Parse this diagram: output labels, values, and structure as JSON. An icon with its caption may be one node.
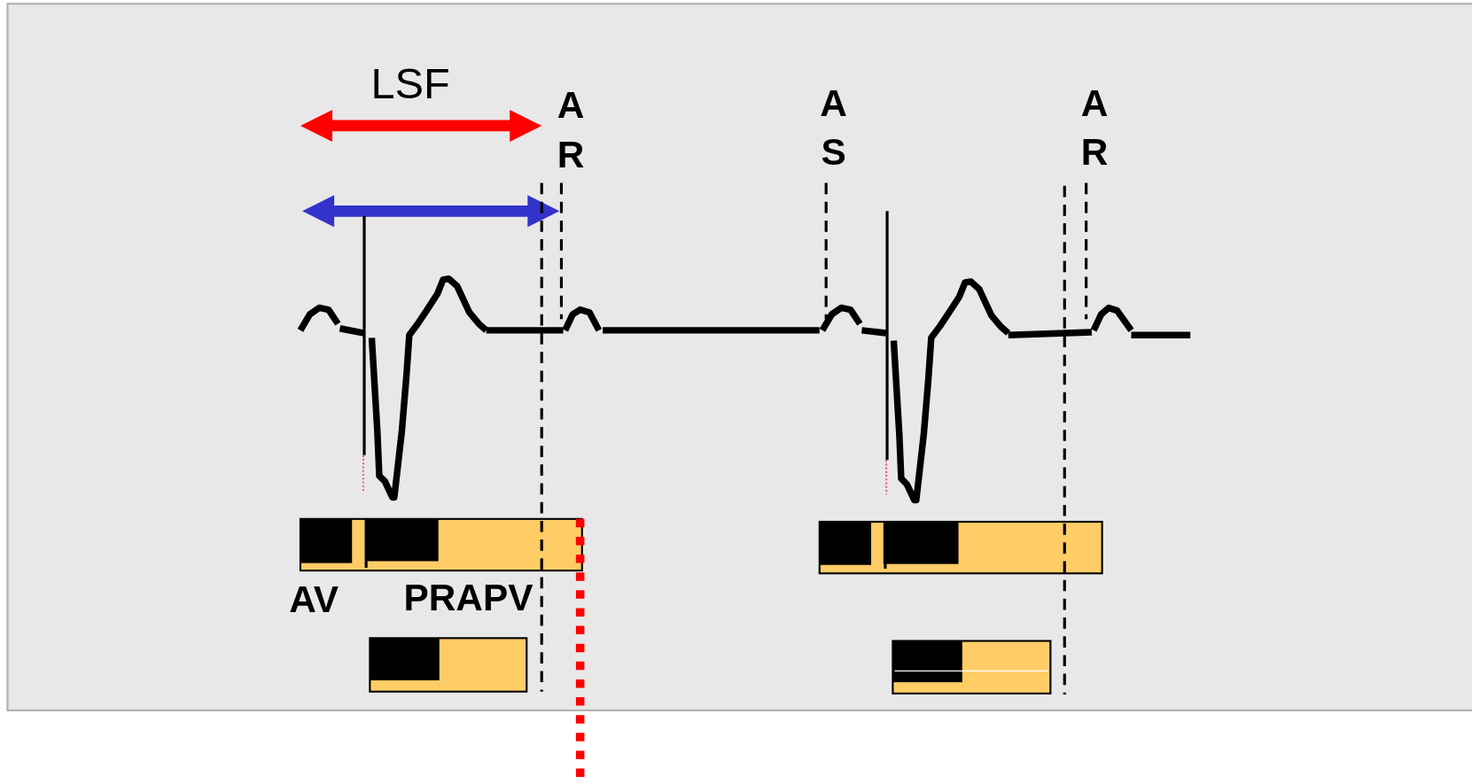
{
  "diagram": {
    "labels": [
      "LSF",
      "A R",
      "A S",
      "A R",
      "AV",
      "PRAPV"
    ]
  }
}
